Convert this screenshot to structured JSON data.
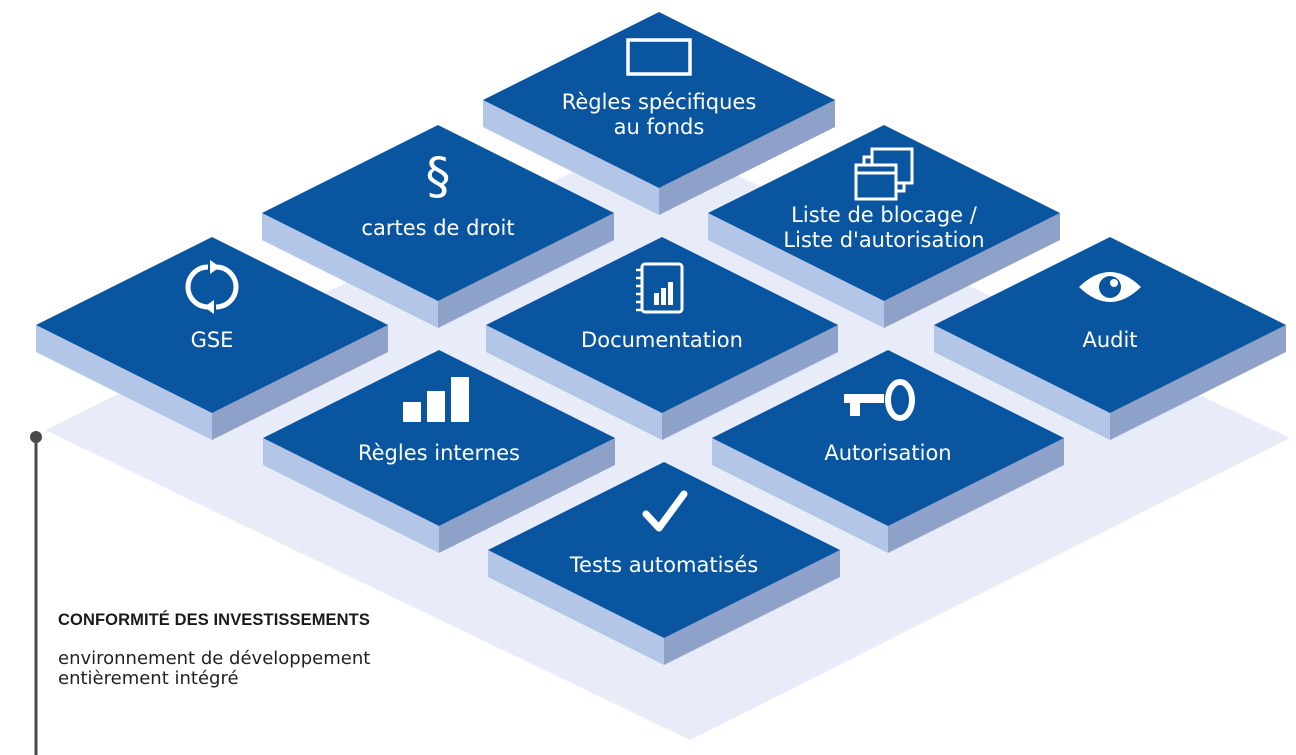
{
  "colors": {
    "tile_top": "#0a55a0",
    "tile_side_left": "#b3c6e8",
    "tile_side_right": "#8ea1c8",
    "base_plane": "#e8ecf8",
    "icon": "#ffffff",
    "connector": "#4a4a4a"
  },
  "tiles": [
    {
      "id": "regles-fonds",
      "icon": "rectangle-icon",
      "label_lines": [
        "Règles spécifiques",
        "au fonds"
      ]
    },
    {
      "id": "cartes-droit",
      "icon": "section-sign-icon",
      "label_lines": [
        "cartes de droit"
      ]
    },
    {
      "id": "liste-blocage",
      "icon": "stacked-windows-icon",
      "label_lines": [
        "Liste de blocage /",
        "Liste d'autorisation"
      ]
    },
    {
      "id": "gse",
      "icon": "refresh-icon",
      "label_lines": [
        "GSE"
      ]
    },
    {
      "id": "documentation",
      "icon": "report-document-icon",
      "label_lines": [
        "Documentation"
      ]
    },
    {
      "id": "audit",
      "icon": "eye-icon",
      "label_lines": [
        "Audit"
      ]
    },
    {
      "id": "regles-internes",
      "icon": "bar-chart-icon",
      "label_lines": [
        "Règles internes"
      ]
    },
    {
      "id": "autorisation",
      "icon": "key-icon",
      "label_lines": [
        "Autorisation"
      ]
    },
    {
      "id": "tests",
      "icon": "checkmark-icon",
      "label_lines": [
        "Tests automatisés"
      ]
    }
  ],
  "caption": {
    "title": "CONFORMITÉ DES INVESTISSEMENTS",
    "lines": [
      "environnement de développement",
      "entièrement intégré"
    ]
  }
}
